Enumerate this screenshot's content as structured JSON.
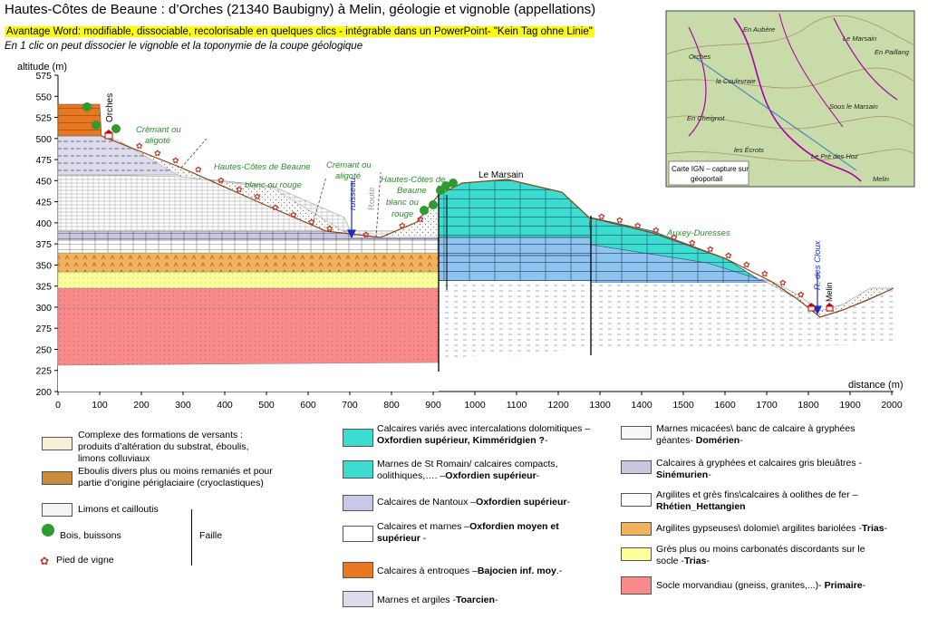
{
  "header": {
    "title": "Hautes-Côtes de Beaune : d’Orches (21340 Baubigny) à Melin, géologie et vignoble (appellations)",
    "subtitle_highlight": "Avantage Word: modifiable, dissociable, recolorisable en quelques clics - intégrable dans un PowerPoint- \"Kein Tag ohne Linie\"",
    "subtitle_italic": "En 1 clic on peut dissocier le vignoble et la toponymie de la coupe géologique"
  },
  "axes": {
    "y_title": "altitude (m)",
    "x_title": "distance  (m)",
    "y_ticks": [
      "575",
      "550",
      "525",
      "500",
      "475",
      "450",
      "425",
      "400",
      "375",
      "350",
      "325",
      "300",
      "275",
      "250",
      "225",
      "200"
    ],
    "x_ticks": [
      "0",
      "100",
      "200",
      "300",
      "400",
      "500",
      "600",
      "700",
      "800",
      "900",
      "1000",
      "1100",
      "1200",
      "1300",
      "1400",
      "1500",
      "1600",
      "1700",
      "1800",
      "1900",
      "2000"
    ]
  },
  "labels": {
    "orches": "Orches",
    "cremant1_a": "Crêmant ou",
    "cremant1_b": "aligoté",
    "hcb1_a": "Hautes-Côtes de Beaune",
    "hcb1_b": "blanc ou rouge",
    "cremant2_a": "Crémant ou",
    "cremant2_b": "aligoté",
    "ruisseau": "ruisseau",
    "route": "Route",
    "hcb2_a": "Hautes-Côtes de",
    "hcb2_b": "Beaune",
    "hcb2_c": "blanc ou",
    "hcb2_d": "rouge",
    "le_marsain": "Le Marsain",
    "auxey": "Auxey-Duresses",
    "r_cloux": "R. des Cloux",
    "melin": "Melin"
  },
  "map": {
    "caption_a": "Carte IGN – capture sur",
    "caption_b": "géoportail",
    "places": [
      "En Aubère",
      "Le Marsain",
      "Orches",
      "En Paillang",
      "la Coulevraie",
      "Sous le Marsain",
      "En Cheignot",
      "les Écrots",
      "Le Pré des Hoz",
      "Melin"
    ]
  },
  "legend_left": [
    {
      "text": "Complexe des formations de versants : produits d’altération du substrat, éboulis, limons colluviaux"
    },
    {
      "text": "Eboulis divers plus ou moins remaniés et pour partie d’origine périglaciaire (cryoclastiques)"
    },
    {
      "text": "Limons et cailloutis"
    },
    {
      "text": "Bois, buissons"
    },
    {
      "text": "Pied de vigne"
    },
    {
      "text": "Faille"
    }
  ],
  "legend_mid": [
    {
      "text": "Calcaires variés avec intercalations dolomitiques –",
      "bold": "Oxfordien supérieur, Kimméridgien ?",
      "tail": "-"
    },
    {
      "text": "Marnes de St Romain/ calcaires compacts, oolithiques,…. –",
      "bold": "Oxfordien supérieur",
      "tail": "-"
    },
    {
      "text": "Calcaires de Nantoux –",
      "bold": "Oxfordien supérieur",
      "tail": "-"
    },
    {
      "text": "Calcaires et marnes –",
      "bold": "Oxfordien moyen et supérieur",
      "tail": " -"
    },
    {
      "text": "Calcaires à entroques –",
      "bold": "Bajocien inf. moy",
      "tail": ".-"
    },
    {
      "text": "Marnes et argiles -",
      "bold": "Toarcien",
      "tail": "-"
    }
  ],
  "legend_right": [
    {
      "text": "Marnes micacées\\ banc de calcaire à gryphées géantes- ",
      "bold": "Domérien",
      "tail": "-"
    },
    {
      "text": "Calcaires à gryphées et calcaires gris bleuâtres -",
      "bold": "Sinémurien",
      "tail": "-"
    },
    {
      "text": "Argilites et grès fins\\calcaires à oolithes de fer – ",
      "bold": "Rhétien_Hettangien",
      "tail": ""
    },
    {
      "text": "Argilites gypseuses\\ dolomie\\ argilites bariolées -",
      "bold": "Trias",
      "tail": "-"
    },
    {
      "text": "Grès plus ou moins carbonatés discordants sur le socle -",
      "bold": "Trias",
      "tail": "-"
    },
    {
      "text": "Socle morvandiau (gneiss, granites,...)- ",
      "bold": "Primaire",
      "tail": "-"
    }
  ],
  "colors": {
    "orange": "#e87722",
    "lavender": "#d8d8ea",
    "dotted": "#f2f2f2",
    "trias_orange": "#f2b25c",
    "yellow": "#ffff99",
    "socle": "#f88a8a",
    "cyan": "#3ddcd0",
    "blue": "#8fc3f0",
    "green_text": "#2e8b2e"
  }
}
